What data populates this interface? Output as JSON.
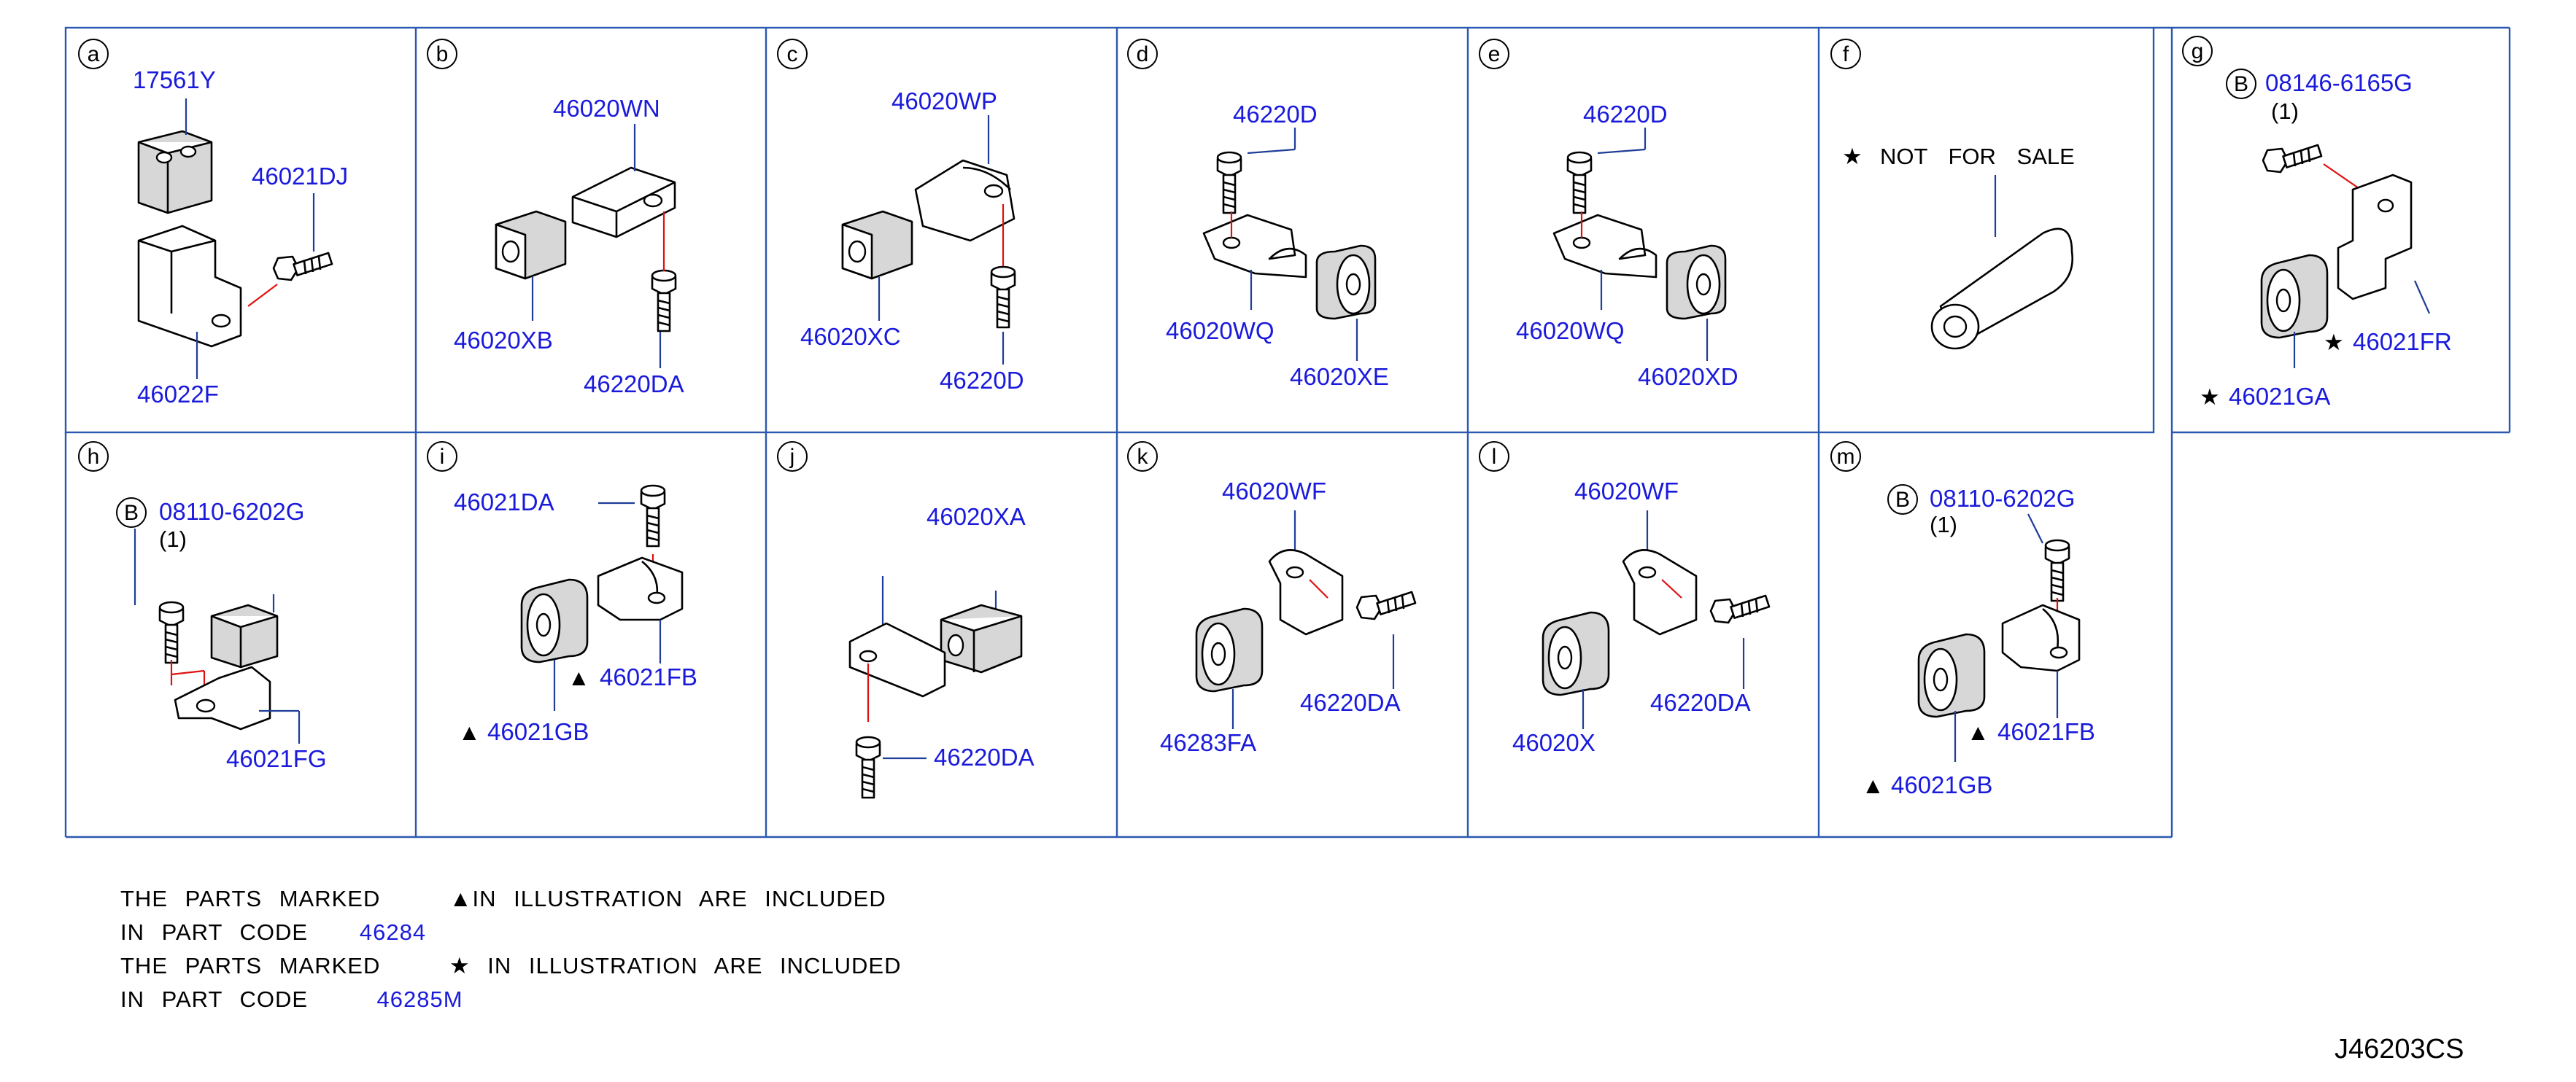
{
  "diagram_id": "J46203CS",
  "colors": {
    "part_number": "#1a1adc",
    "frame": "#2a58b0",
    "leader": "#1f3d99",
    "alignment_line": "#e01010"
  },
  "markers": {
    "triangle": "▲",
    "star": "★",
    "bolt_circle": "B"
  },
  "cells": [
    {
      "letter": "a",
      "labels": [
        "17561Y",
        "46021DJ",
        "46022F"
      ]
    },
    {
      "letter": "b",
      "labels": [
        "46020WN",
        "46020XB",
        "46220DA"
      ]
    },
    {
      "letter": "c",
      "labels": [
        "46020WP",
        "46020XC",
        "46220D"
      ]
    },
    {
      "letter": "d",
      "labels": [
        "46220D",
        "46020WQ",
        "46020XE"
      ]
    },
    {
      "letter": "e",
      "labels": [
        "46220D",
        "46020WQ",
        "46020XD"
      ]
    },
    {
      "letter": "f",
      "labels": [
        "NOT FOR SALE"
      ]
    },
    {
      "letter": "g",
      "labels": [
        "08146-6165G",
        "(1)",
        "46021FR",
        "46021GA"
      ]
    },
    {
      "letter": "h",
      "labels": [
        "08110-6202G",
        "(1)",
        "46021FG"
      ]
    },
    {
      "letter": "i",
      "labels": [
        "46021DA",
        "46021FB",
        "46021GB"
      ]
    },
    {
      "letter": "j",
      "labels": [
        "46020XA",
        "46220DA"
      ]
    },
    {
      "letter": "k",
      "labels": [
        "46020WF",
        "46283FA",
        "46220DA"
      ]
    },
    {
      "letter": "l",
      "labels": [
        "46020WF",
        "46020X",
        "46220DA"
      ]
    },
    {
      "letter": "m",
      "labels": [
        "08110-6202G",
        "(1)",
        "46021FB",
        "46021GB"
      ]
    }
  ],
  "notes": {
    "line1_a": "THE PARTS MARKED",
    "line1_b": "IN ILLUSTRATION ARE INCLUDED",
    "line2_a": "IN PART CODE",
    "code1": "46284",
    "line3_a": "THE PARTS MARKED",
    "line3_b": "IN ILLUSTRATION ARE INCLUDED",
    "line4_a": "IN PART CODE",
    "code2": "46285M"
  }
}
